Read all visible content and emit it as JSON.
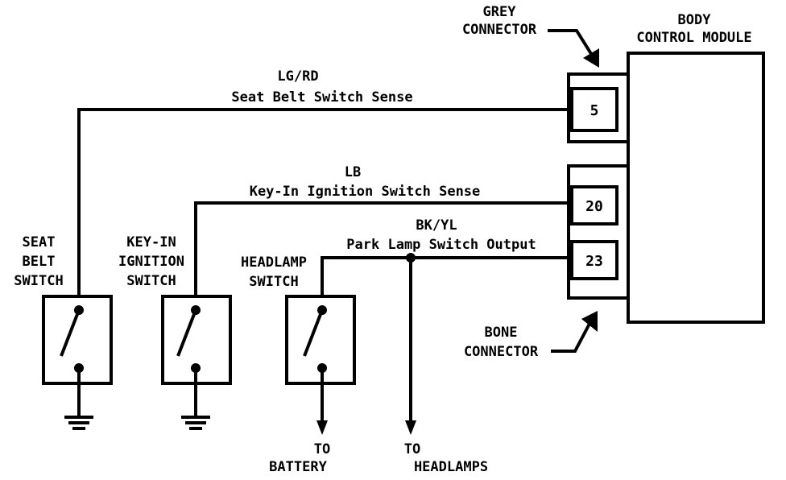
{
  "module": {
    "title_line1": "BODY",
    "title_line2": "CONTROL MODULE"
  },
  "connectors": {
    "grey": {
      "line1": "GREY",
      "line2": "CONNECTOR"
    },
    "bone": {
      "line1": "BONE",
      "line2": "CONNECTOR"
    }
  },
  "pins": {
    "pin_5": "5",
    "pin_20": "20",
    "pin_23": "23"
  },
  "circuits": {
    "seat_belt": {
      "color_code": "LG/RD",
      "name": "Seat Belt Switch Sense"
    },
    "key_in": {
      "color_code": "LB",
      "name": "Key-In Ignition Switch Sense"
    },
    "park_lamp": {
      "color_code": "BK/YL",
      "name": "Park Lamp Switch Output"
    }
  },
  "switches": {
    "seat_belt": {
      "line1": "SEAT",
      "line2": "BELT",
      "line3": "SWITCH"
    },
    "key_in": {
      "line1": "KEY-IN",
      "line2": "IGNITION",
      "line3": "SWITCH"
    },
    "headlamp": {
      "line1": "HEADLAMP",
      "line2": "SWITCH"
    }
  },
  "destinations": {
    "battery": {
      "line1": "TO",
      "line2": "BATTERY"
    },
    "headlamps": {
      "line1": "TO",
      "line2": "HEADLAMPS"
    }
  }
}
